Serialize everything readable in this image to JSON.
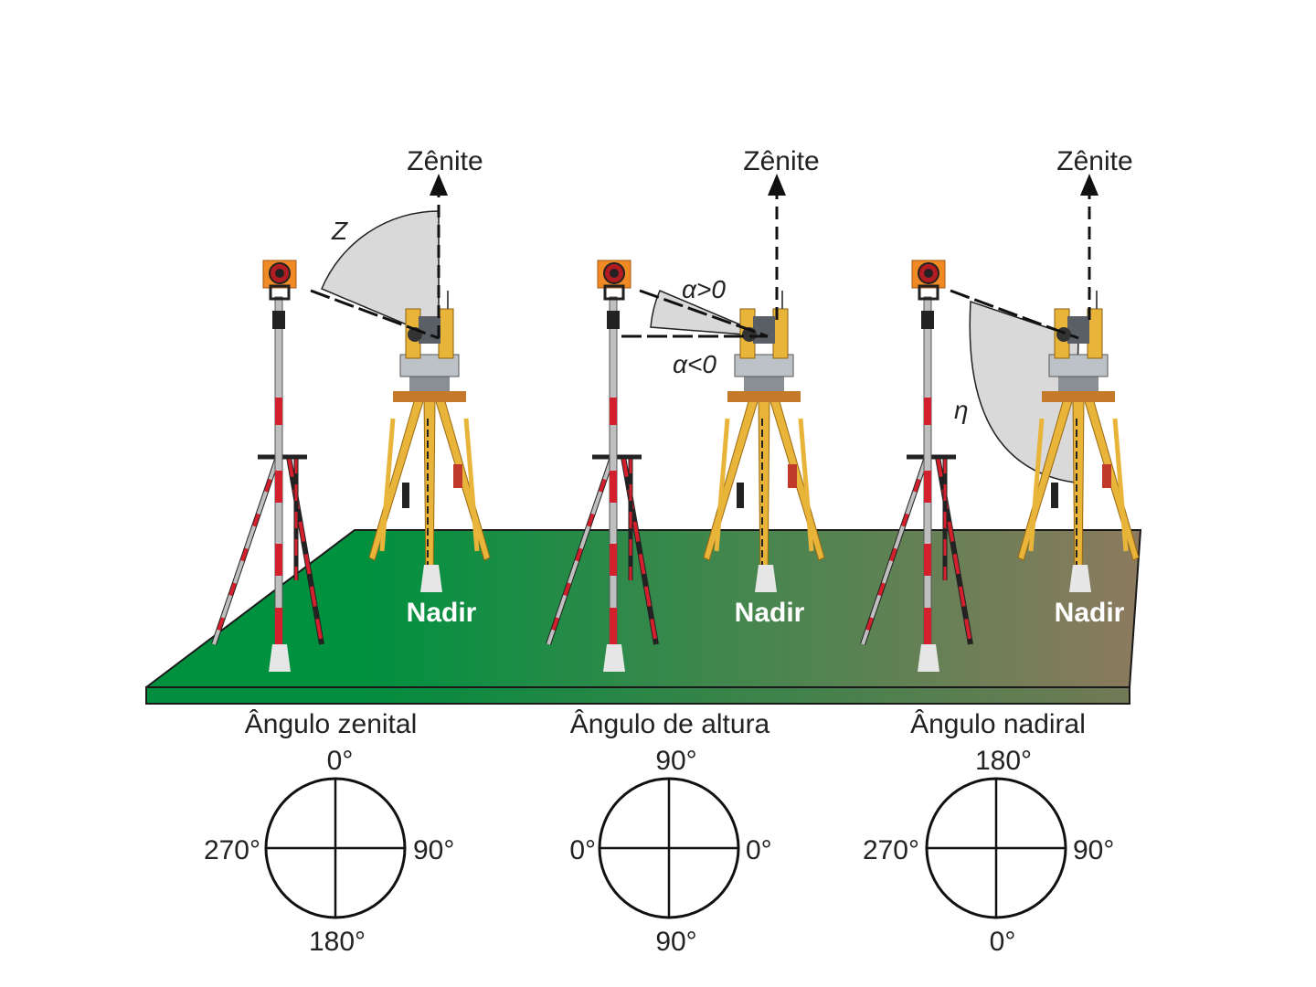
{
  "colors": {
    "ground_left": "#00913f",
    "ground_right": "#8c7a5e",
    "angle_fill": "#d9d9d9",
    "tripod_yellow": "#e8b43a",
    "pole_red": "#d4202c",
    "prism_orange": "#f08a24"
  },
  "panels": [
    {
      "zenith_label": "Zênite",
      "nadir_label": "Nadir",
      "angle_symbol": "Z",
      "caption": "Ângulo zenital",
      "circle": {
        "top": "0°",
        "right": "90°",
        "bottom": "180°",
        "left": "270°"
      }
    },
    {
      "zenith_label": "Zênite",
      "nadir_label": "Nadir",
      "angle_symbol_positive": "α>0",
      "angle_symbol_negative": "α<0",
      "caption": "Ângulo de altura",
      "circle": {
        "top": "90°",
        "right": "0°",
        "bottom": "90°",
        "left": "0°"
      }
    },
    {
      "zenith_label": "Zênite",
      "nadir_label": "Nadir",
      "angle_symbol": "η",
      "caption": "Ângulo nadiral",
      "circle": {
        "top": "180°",
        "right": "90°",
        "bottom": "0°",
        "left": "270°"
      }
    }
  ]
}
